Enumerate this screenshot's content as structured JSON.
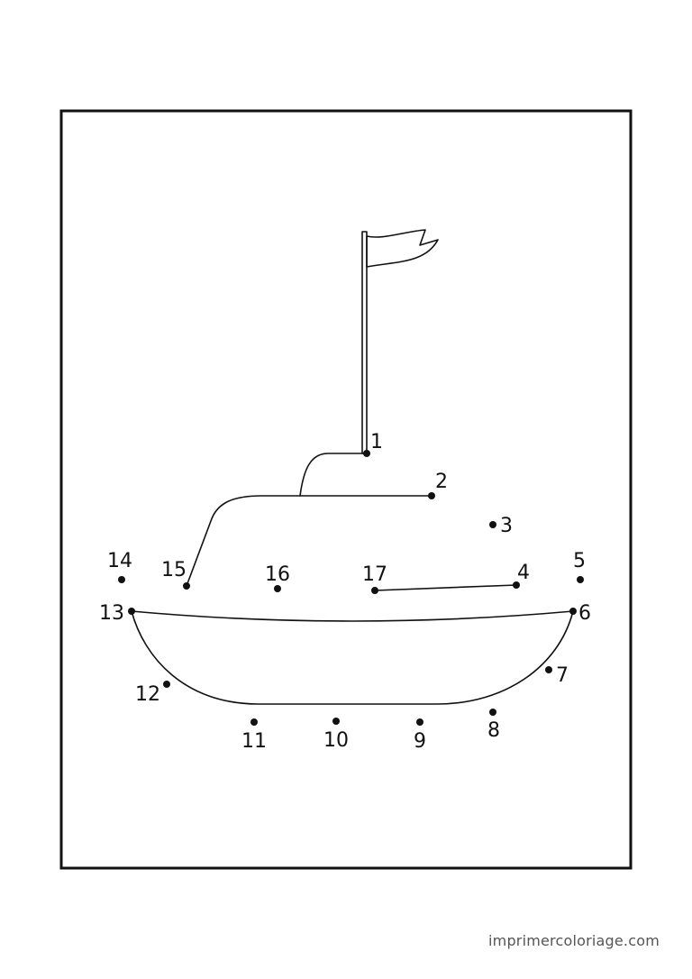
{
  "colors": {
    "ink": "#111111",
    "paper": "#ffffff",
    "watermark": "#555555"
  },
  "dots": [
    {
      "label": "1"
    },
    {
      "label": "2"
    },
    {
      "label": "3"
    },
    {
      "label": "4"
    },
    {
      "label": "5"
    },
    {
      "label": "6"
    },
    {
      "label": "7"
    },
    {
      "label": "8"
    },
    {
      "label": "9"
    },
    {
      "label": "10"
    },
    {
      "label": "11"
    },
    {
      "label": "12"
    },
    {
      "label": "13"
    },
    {
      "label": "14"
    },
    {
      "label": "15"
    },
    {
      "label": "16"
    },
    {
      "label": "17"
    }
  ],
  "footer": {
    "site": "imprimercoloriage.com"
  }
}
